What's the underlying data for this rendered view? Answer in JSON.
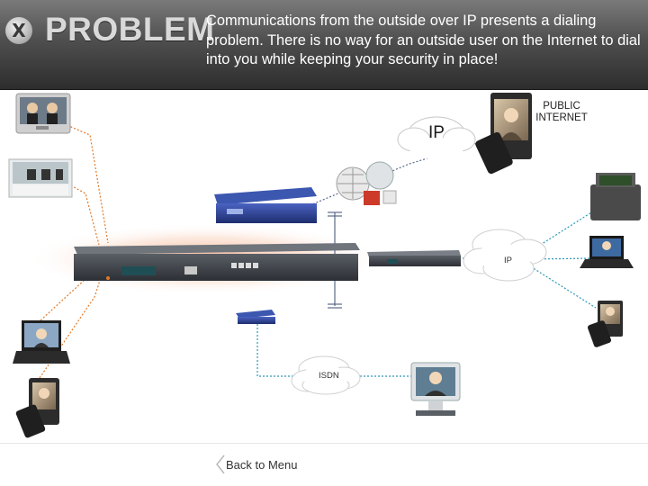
{
  "header": {
    "logo_icon": "x-logo-icon",
    "title": "PROBLEM",
    "description": "Communications from the outside over IP presents a dialing problem.  There is no way for an outside user on the Internet to dial into you while keeping your security in place!"
  },
  "diagram": {
    "labels": {
      "public_internet": "PUBLIC INTERNET",
      "ip_top": "IP",
      "ip_cloud": "IP",
      "isdn": "ISDN"
    },
    "colors": {
      "orange_link": "#e07a2a",
      "blue_link": "#2b98b8",
      "gray_link": "#5a6b8a",
      "device_blue": "#2c3f8c",
      "device_dark": "#3d4147",
      "glow": "#f6b48e"
    }
  },
  "footer": {
    "back_label": "Back to Menu",
    "back_icon": "chevron-left-icon"
  }
}
